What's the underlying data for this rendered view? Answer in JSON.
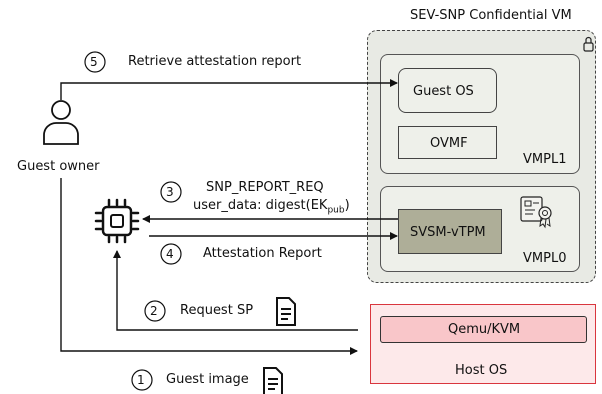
{
  "title": "SEV-SNP Confidential VM",
  "actors": {
    "guest_owner": "Guest owner"
  },
  "vm": {
    "vmpl1": {
      "label": "VMPL1",
      "guest_os": "Guest OS",
      "ovmf": "OVMF"
    },
    "vmpl0": {
      "label": "VMPL0",
      "svsm": "SVSM-vTPM"
    }
  },
  "host": {
    "label": "Host OS",
    "qemu": "Qemu/KVM"
  },
  "steps": [
    {
      "num": "1",
      "text": "Guest image"
    },
    {
      "num": "2",
      "text": "Request SP"
    },
    {
      "num": "3",
      "line1": "SNP_REPORT_REQ",
      "line2_prefix": "user_data: digest(EK",
      "line2_sub": "pub",
      "line2_suffix": ")"
    },
    {
      "num": "4",
      "text": "Attestation Report"
    },
    {
      "num": "5",
      "text": "Retrieve attestation report"
    }
  ],
  "colors": {
    "vm_fill": "#e8eae4",
    "svsm_fill": "#aeae98",
    "host_fill": "#fde9ea",
    "qemu_fill": "#f9c6c9",
    "host_stroke": "#d9363e"
  }
}
